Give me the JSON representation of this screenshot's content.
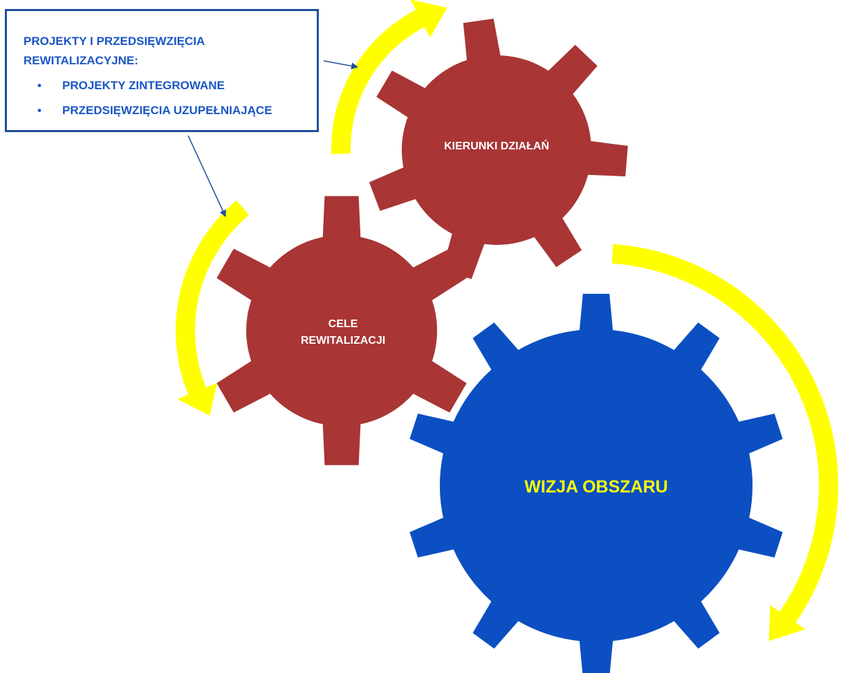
{
  "callout": {
    "title_line1": "PROJEKTY I PRZEDSIĘWZIĘCIA",
    "title_line2": "REWITALIZACYJNE:",
    "items": [
      "PROJEKTY ZINTEGROWANE",
      "PRZEDSIĘWZIĘCIA UZUPEŁNIAJĄCE"
    ],
    "bullet": "•"
  },
  "gears": {
    "kierunki": {
      "label": "KIERUNKI DZIAŁAŃ",
      "color": "#a93535",
      "text_color": "#ffffff"
    },
    "cele": {
      "label_line1": "CELE",
      "label_line2": "REWITALIZACJI",
      "color": "#a93535",
      "text_color": "#ffffff"
    },
    "wizja": {
      "label": "WIZJA OBSZARU",
      "color": "#0b4fc2",
      "text_color": "#ffff00"
    }
  },
  "colors": {
    "arrow": "#ffff00",
    "connector": "#1f4e9e",
    "callout_text": "#1a56c4"
  }
}
